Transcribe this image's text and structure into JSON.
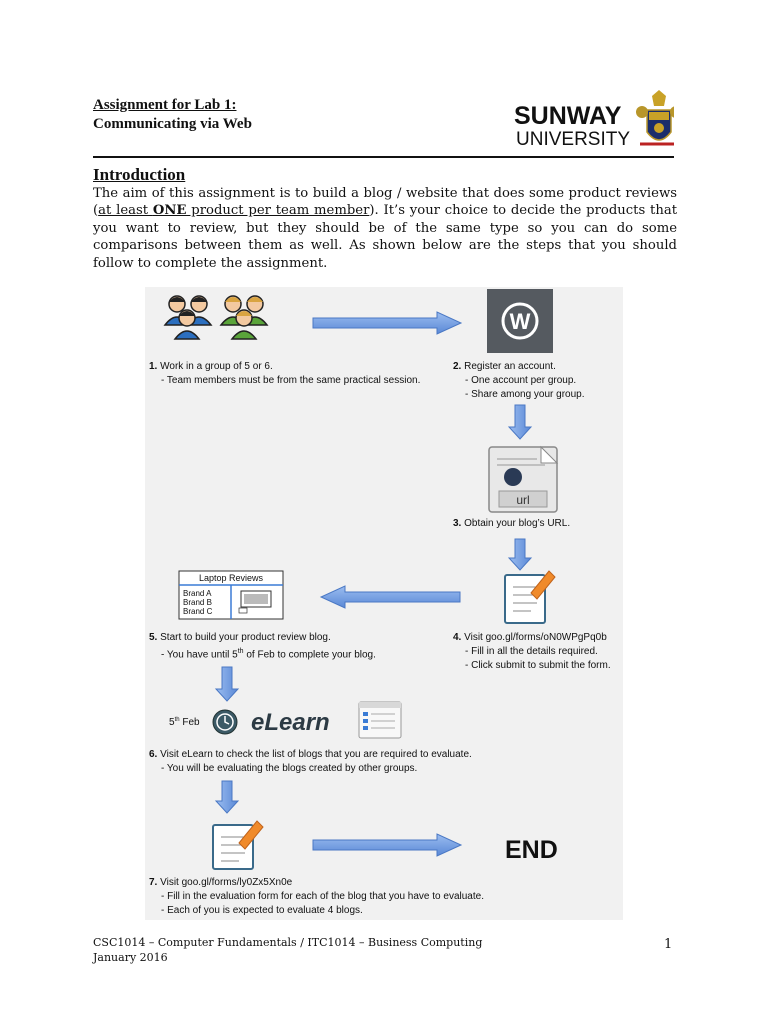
{
  "header": {
    "line1": "Assignment for Lab 1:",
    "line2": "Communicating via Web"
  },
  "logo": {
    "word1": "SUNWAY",
    "word2": "UNIVERSITY",
    "icon": "university-crest-icon"
  },
  "intro": {
    "title": "Introduction",
    "p_before": "The aim of this assignment is to build a blog / website that does some product reviews (",
    "p_u1": "at least ",
    "p_u_bold": "ONE",
    "p_u2": " product per team member",
    "p_after": "). It’s your choice to decide the products that you want to review, but they should be of the same type so you can do some comparisons between them as well. As shown below are the steps that you should follow to complete the assignment."
  },
  "flow": {
    "step1": {
      "num": "1.",
      "text": "Work in a group of 5 or 6.",
      "sub": "- Team members must be from the same practical session."
    },
    "step2": {
      "num": "2.",
      "text": "Register an account.",
      "sub1": "- One account per group.",
      "sub2": "- Share among your group."
    },
    "step3": {
      "num": "3.",
      "text": "Obtain your blog’s URL.",
      "icon_label": "url"
    },
    "step4": {
      "num": "4.",
      "text": "Visit goo.gl/forms/oN0WPgPq0b",
      "sub1": "- Fill in all the details required.",
      "sub2": "- Click submit to submit the form."
    },
    "step5": {
      "num": "5.",
      "text": "Start to build your product review blog.",
      "sub_pre": "- You have until 5",
      "sub_sup": "th",
      "sub_post": " of Feb to complete your blog."
    },
    "laptop": {
      "title": "Laptop Reviews",
      "brands": [
        "Brand A",
        "Brand B",
        "Brand C"
      ]
    },
    "elearn": {
      "date_pre": "5",
      "date_sup": "th",
      "date_post": " Feb",
      "logo": "eLearn"
    },
    "step6": {
      "num": "6.",
      "text": "Visit eLearn to check the list of blogs that you are required to evaluate.",
      "sub": "- You will be evaluating the blogs created by other groups."
    },
    "step7": {
      "num": "7.",
      "text": "Visit goo.gl/forms/ly0Zx5Xn0e",
      "sub1": "- Fill in the evaluation form for each of the blog that you have to evaluate.",
      "sub2": "- Each of you is expected to evaluate 4 blogs."
    },
    "end": "END",
    "colors": {
      "arrow": "#6f9be0",
      "arrow_edge": "#4a78c4",
      "wp": "#555a60"
    }
  },
  "footer": {
    "line1": "CSC1014 – Computer Fundamentals / ITC1014 – Business Computing",
    "line2": "January 2016",
    "page": "1"
  }
}
